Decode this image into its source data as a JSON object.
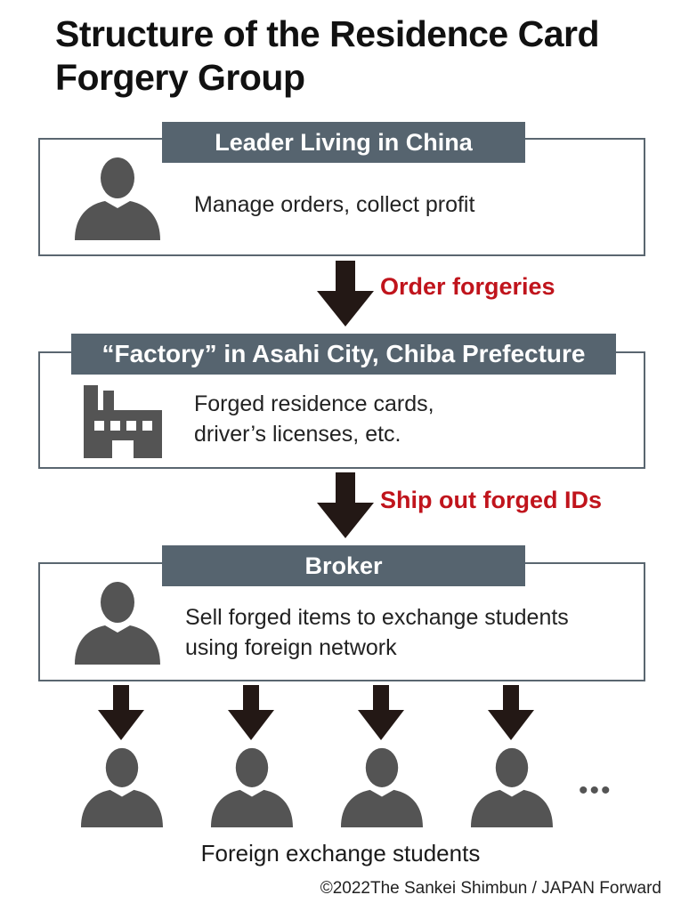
{
  "title_line1": "Structure of the Residence Card",
  "title_line2": "Forgery Group",
  "leader": {
    "header": "Leader Living in China",
    "description": "Manage orders, collect profit",
    "icon": "person-icon"
  },
  "arrow1_label": "Order forgeries",
  "factory": {
    "header": "“Factory” in Asahi City, Chiba Prefecture",
    "description_line1": "Forged residence cards,",
    "description_line2": "driver’s licenses, etc.",
    "icon": "factory-icon"
  },
  "arrow2_label": "Ship out forged IDs",
  "broker": {
    "header": "Broker",
    "description_line1": "Sell forged items to exchange students",
    "description_line2": "using foreign network",
    "icon": "person-icon"
  },
  "students_label": "Foreign exchange students",
  "ellipsis": "•••",
  "credit": "©2022The Sankei Shimbun / JAPAN Forward",
  "colors": {
    "header_bg": "#56646f",
    "border": "#5a6670",
    "icon": "#545454",
    "arrow": "#231815",
    "accent_red": "#c0141c"
  }
}
